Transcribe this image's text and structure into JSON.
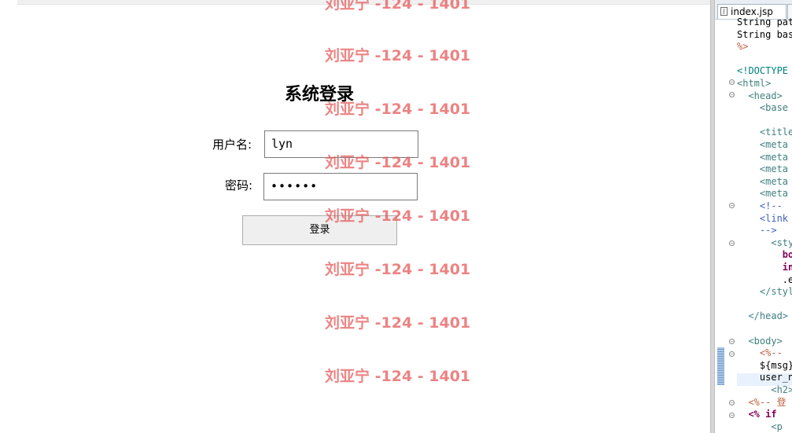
{
  "preview": {
    "title": "系统登录",
    "username_label": "用户名:",
    "username_value": "lyn",
    "password_label": "密码:",
    "password_value": "••••••",
    "login_button": "登录",
    "watermark_text": "刘亚宁 -124 - 1401"
  },
  "editor": {
    "tab_label": "index.jsp",
    "code_lines": [
      {
        "text": "String pat",
        "style": "c-plain"
      },
      {
        "text": "String bas",
        "style": "c-plain"
      },
      {
        "text": "%>",
        "style": "c-jsp"
      },
      {
        "text": "",
        "style": "c-plain"
      },
      {
        "text": "<!DOCTYPE",
        "style": "c-doc"
      },
      {
        "text": "<html>",
        "style": "c-tag"
      },
      {
        "text": "  <head>",
        "style": "c-tag"
      },
      {
        "text": "    <base",
        "style": "c-tag"
      },
      {
        "text": "",
        "style": "c-plain"
      },
      {
        "text": "    <title",
        "style": "c-tag"
      },
      {
        "text": "    <meta",
        "style": "c-tag"
      },
      {
        "text": "    <meta",
        "style": "c-tag"
      },
      {
        "text": "    <meta",
        "style": "c-tag"
      },
      {
        "text": "    <meta",
        "style": "c-tag"
      },
      {
        "text": "    <meta",
        "style": "c-tag"
      },
      {
        "text": "    <!--",
        "style": "c-cmt"
      },
      {
        "text": "    <link",
        "style": "c-cmt"
      },
      {
        "text": "    -->",
        "style": "c-cmt"
      },
      {
        "text": "      <sty",
        "style": "c-tag"
      },
      {
        "text": "        bo",
        "style": "c-kw"
      },
      {
        "text": "        in",
        "style": "c-kw"
      },
      {
        "text": "        .e",
        "style": "c-plain"
      },
      {
        "text": "    </styl",
        "style": "c-tag"
      },
      {
        "text": "",
        "style": "c-plain"
      },
      {
        "text": "  </head>",
        "style": "c-tag"
      },
      {
        "text": "",
        "style": "c-plain"
      },
      {
        "text": "  <body>",
        "style": "c-tag"
      },
      {
        "text": "    <%--",
        "style": "c-jsp"
      },
      {
        "text": "    ${msg}",
        "style": "c-plain"
      },
      {
        "text": "    user_n",
        "style": "c-plain"
      },
      {
        "text": "      <h2>",
        "style": "c-tag"
      },
      {
        "text": "  <%-- 登",
        "style": "c-jsp"
      },
      {
        "text": "  <% if",
        "style": "c-kw"
      },
      {
        "text": "      <p",
        "style": "c-tag"
      }
    ]
  }
}
